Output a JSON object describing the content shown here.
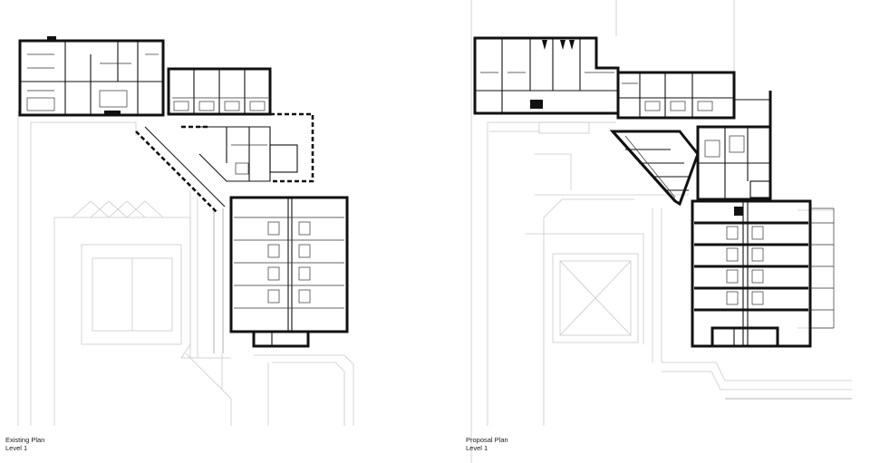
{
  "plans": [
    {
      "id": "existing",
      "title": "Existing Plan",
      "level": "Level 1"
    },
    {
      "id": "proposal",
      "title": "Proposal Plan",
      "level": "Level 1"
    }
  ]
}
